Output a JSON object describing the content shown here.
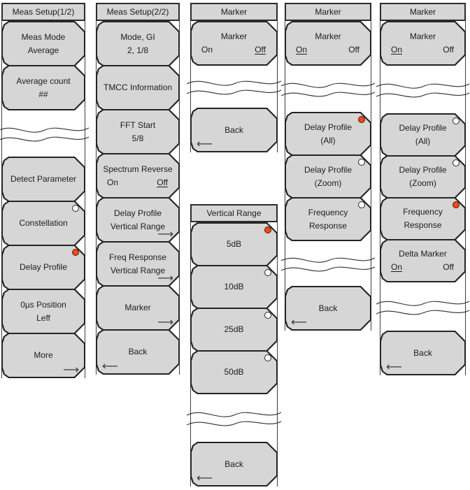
{
  "colors": {
    "key_fill": "#d6d6d6",
    "outline": "#242424",
    "radio_selected_fill": "#ee4a1f"
  },
  "icons": {
    "submenu_arrow": "⟶",
    "back_arrow": "⟵"
  },
  "meas1": {
    "title": "Meas Setup(1/2)",
    "meas_mode": {
      "l1": "Meas Mode",
      "l2": "Average"
    },
    "average_count": {
      "l1": "Average count",
      "l2": "##"
    },
    "detect_parameter": {
      "l1": "Detect Parameter"
    },
    "constellation": {
      "l1": "Constellation",
      "selected": false
    },
    "delay_profile": {
      "l1": "Delay Profile",
      "selected": true
    },
    "zero_us_position": {
      "l1": "0µs Position",
      "l2": "Leff"
    },
    "more": {
      "l1": "More"
    }
  },
  "meas2": {
    "title": "Meas Setup(2/2)",
    "mode_gi": {
      "l1": "Mode, GI",
      "l2": "2, 1/8"
    },
    "tmcc": {
      "l1": "TMCC Information"
    },
    "fft_start": {
      "l1": "FFT Start",
      "l2": "5/8"
    },
    "spectrum_reverse": {
      "l1": "Spectrum Reverse",
      "on": "On",
      "off": "Off",
      "on_underlined": false,
      "off_underlined": true
    },
    "dp_vertical_range": {
      "l1": "Delay Profile",
      "l2": "Vertical Range"
    },
    "fr_vertical_range": {
      "l1": "Freq Response",
      "l2": "Vertical Range"
    },
    "marker": {
      "l1": "Marker"
    },
    "back": {
      "l1": "Back"
    }
  },
  "marker_menu_a": {
    "title": "Marker",
    "marker": {
      "l1": "Marker",
      "on": "On",
      "off": "Off",
      "on_underlined": false,
      "off_underlined": true
    },
    "back": {
      "l1": "Back"
    }
  },
  "vertical_range": {
    "title": "Vertical Range",
    "r5": {
      "l1": "5dB",
      "selected": true
    },
    "r10": {
      "l1": "10dB",
      "selected": false
    },
    "r25": {
      "l1": "25dB",
      "selected": false
    },
    "r50": {
      "l1": "50dB",
      "selected": false
    },
    "back": {
      "l1": "Back"
    }
  },
  "marker_menu_b": {
    "title": "Marker",
    "marker": {
      "l1": "Marker",
      "on": "On",
      "off": "Off",
      "on_underlined": true,
      "off_underlined": false
    },
    "dp_all": {
      "l1": "Delay Profile",
      "l2": "(All)",
      "selected": true
    },
    "dp_zoom": {
      "l1": "Delay Profile",
      "l2": "(Zoom)",
      "selected": false
    },
    "freq_resp": {
      "l1": "Frequency",
      "l2": "Response",
      "selected": false
    },
    "back": {
      "l1": "Back"
    }
  },
  "marker_menu_c": {
    "title": "Marker",
    "marker": {
      "l1": "Marker",
      "on": "On",
      "off": "Off",
      "on_underlined": true,
      "off_underlined": false
    },
    "dp_all": {
      "l1": "Delay Profile",
      "l2": "(All)",
      "selected": false
    },
    "dp_zoom": {
      "l1": "Delay Profile",
      "l2": "(Zoom)",
      "selected": false
    },
    "freq_resp": {
      "l1": "Frequency",
      "l2": "Response",
      "selected": true
    },
    "delta_marker": {
      "l1": "Delta Marker",
      "on": "On",
      "off": "Off",
      "on_underlined": true,
      "off_underlined": false
    },
    "back": {
      "l1": "Back"
    }
  }
}
